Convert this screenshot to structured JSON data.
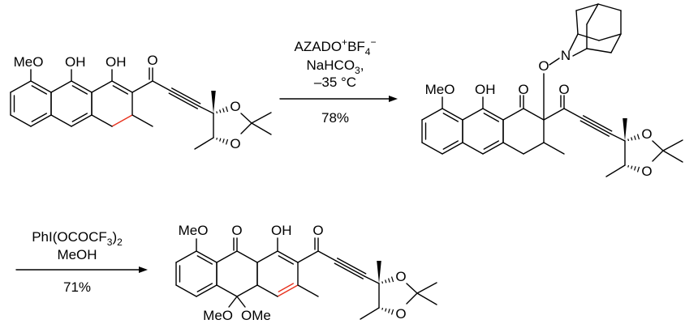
{
  "reaction1": {
    "reagent_line1": {
      "main": "AZADO",
      "sup1": "+",
      "main2": "BF",
      "sub": "4",
      "sup2": "−"
    },
    "reagent_line2": {
      "main": "NaHCO",
      "sub": "3",
      "tail": ","
    },
    "conditions": "–35 °C",
    "yield": "78%"
  },
  "reaction2": {
    "reagent_line1": {
      "main": "PhI(OCOCF",
      "sub": "3",
      "tail": ")",
      "sub2": "2"
    },
    "reagent_line2": "MeOH",
    "yield": "71%"
  },
  "labels": {
    "methoxy": "MeO",
    "methoxy_right": "OMe",
    "hydroxyl": "OH",
    "oxygen": "O",
    "nitrogen": "N"
  },
  "colors": {
    "bond": "#000000",
    "highlight": "#e8321e"
  }
}
